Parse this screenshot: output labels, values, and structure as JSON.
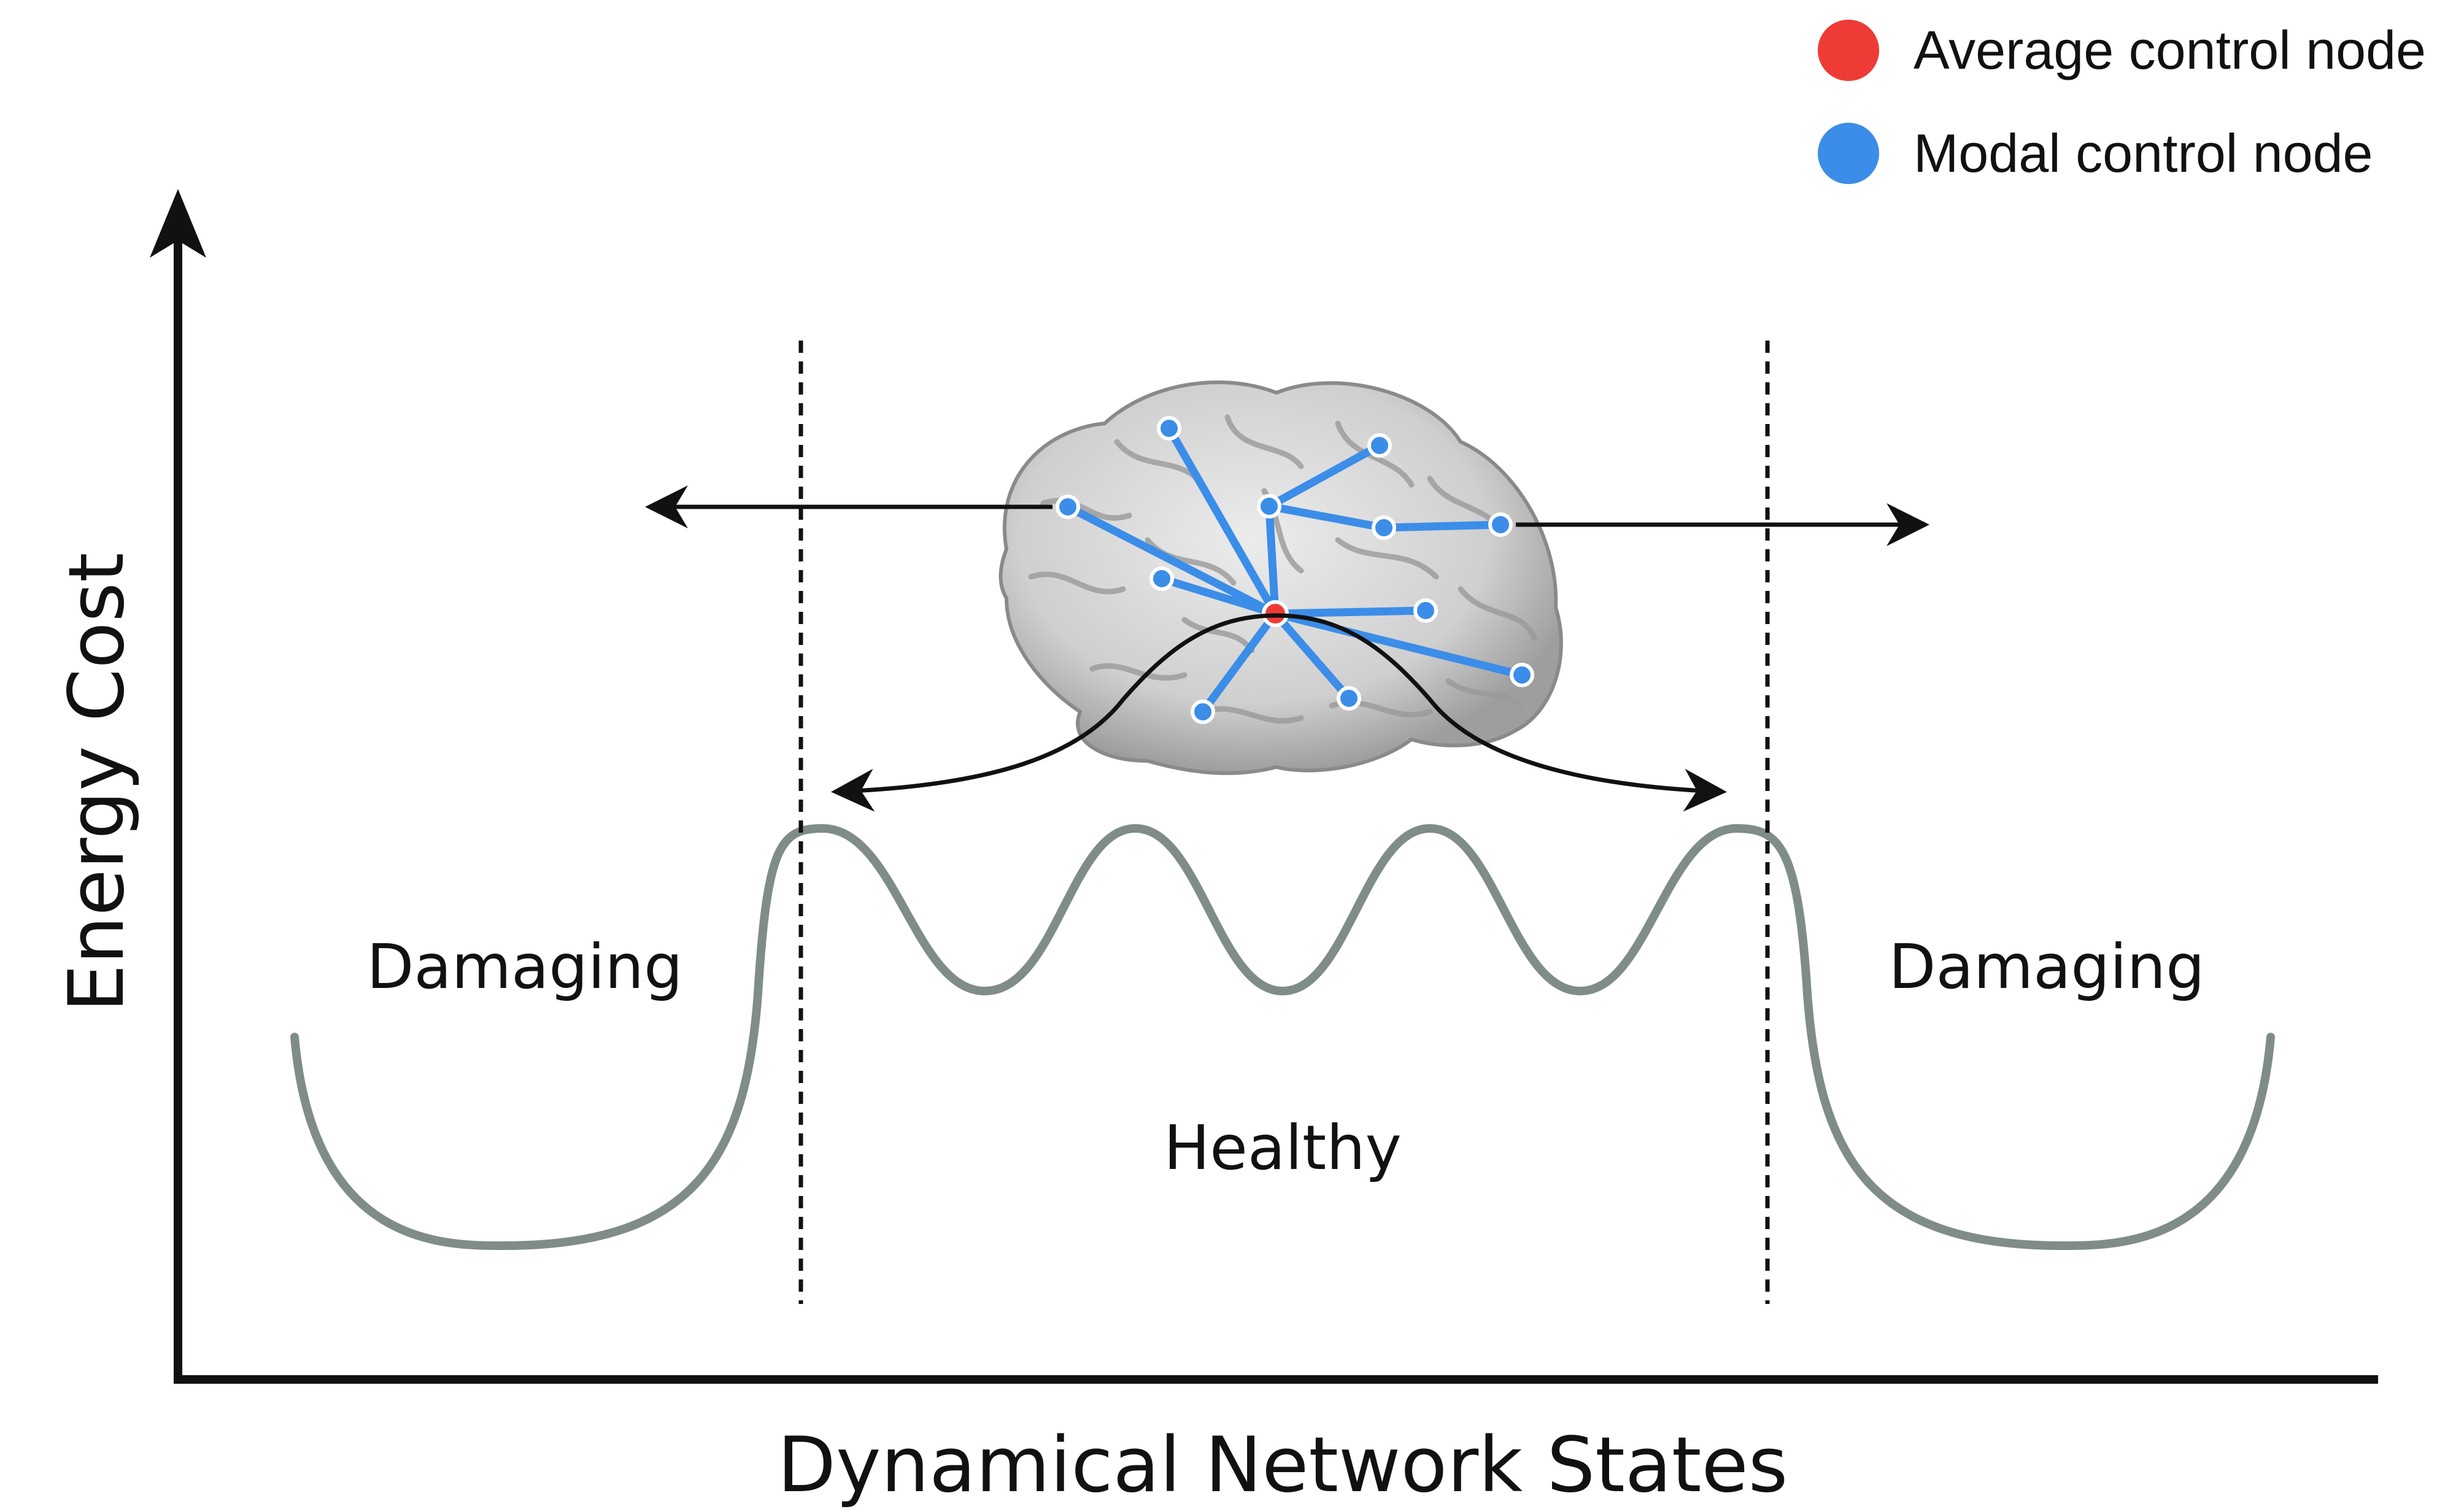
{
  "legend": {
    "items": [
      {
        "label": "Average control node",
        "color": "#ef3b36"
      },
      {
        "label": "Modal control node",
        "color": "#3b8de8"
      }
    ]
  },
  "axes": {
    "y_label": "Energy Cost",
    "x_label": "Dynamical Network States"
  },
  "regions": {
    "left": "Damaging",
    "right": "Damaging",
    "center": "Healthy"
  },
  "colors": {
    "curve": "#7f8c8a",
    "axis": "#111111",
    "brain_fill": "#d6d6d6",
    "edge": "#3b8de8"
  },
  "illustration": {
    "brain_icon": "brain-icon"
  }
}
